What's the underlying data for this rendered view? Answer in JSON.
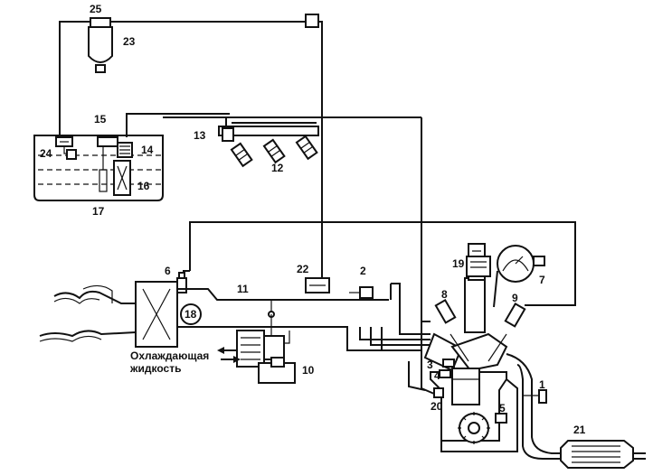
{
  "labels": {
    "n1": "1",
    "n2": "2",
    "n3": "3",
    "n4": "4",
    "n5": "5",
    "n6": "6",
    "n7": "7",
    "n8": "8",
    "n9": "9",
    "n10": "10",
    "n11": "11",
    "n12": "12",
    "n13": "13",
    "n14": "14",
    "n15": "15",
    "n16": "16",
    "n17": "17",
    "n18": "18",
    "n19": "19",
    "n20": "20",
    "n21": "21",
    "n22": "22",
    "n23": "23",
    "n24": "24",
    "n25": "25"
  },
  "coolant_caption": {
    "line1": "Охлаждающая",
    "line2": "жидкость"
  }
}
